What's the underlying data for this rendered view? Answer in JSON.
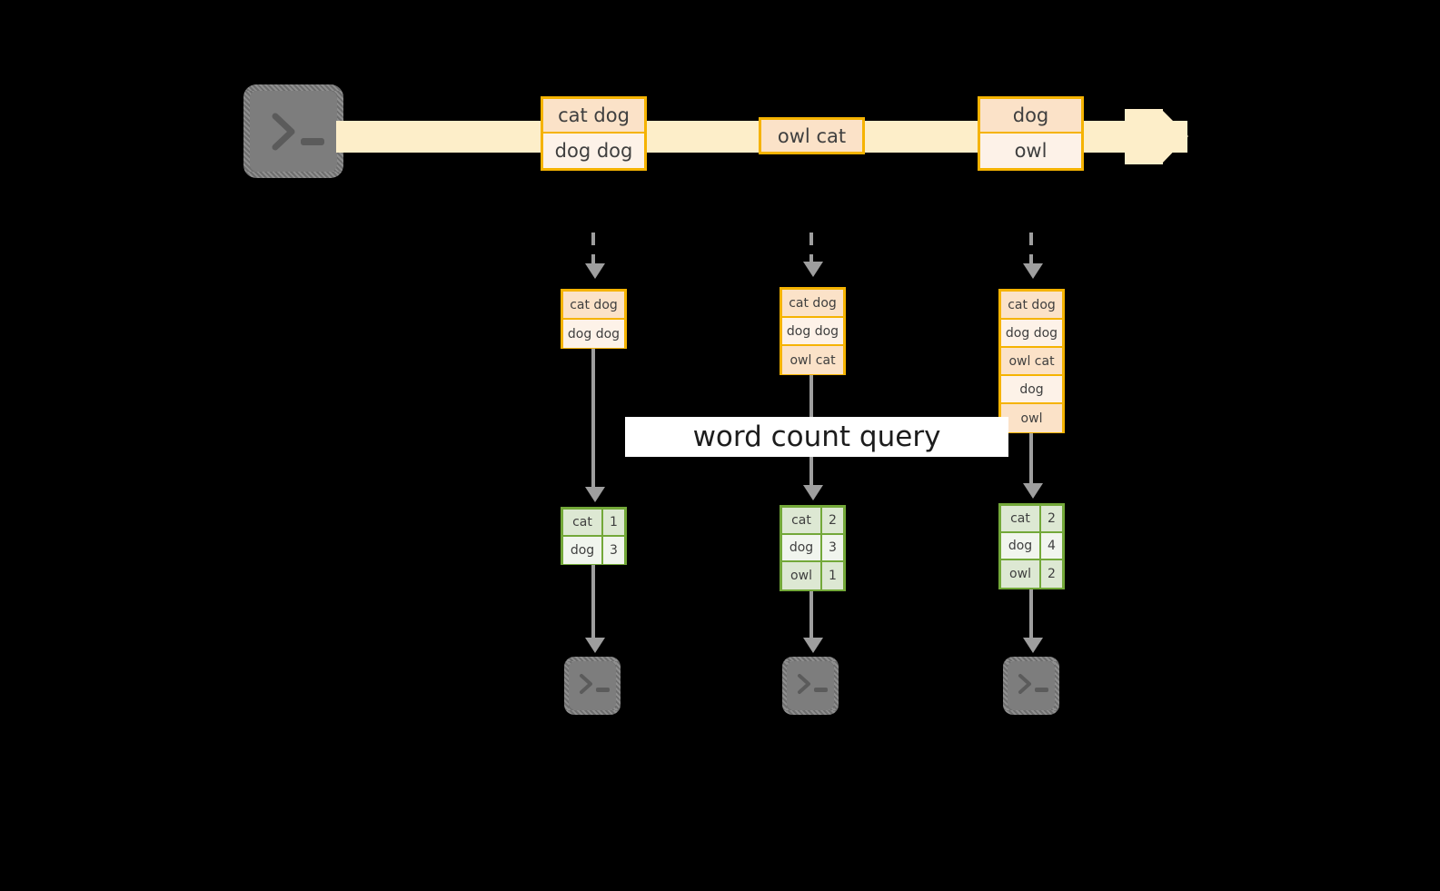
{
  "diagram": {
    "title_label": "word count query",
    "colors": {
      "background": "#000000",
      "stream_band": "#fdeec9",
      "record_border": "#f5b301",
      "record_fill_dark": "#fbe2c8",
      "record_fill_light": "#fdf2e8",
      "table_border": "#73a839",
      "table_fill_dark": "#dde8d3",
      "table_fill_light": "#f1f5ee",
      "connector": "#9e9e9e",
      "terminal_fill": "#7d7d7d",
      "label_band": "#ffffff"
    },
    "source": {
      "icon": "terminal-prompt-icon"
    },
    "stream": {
      "groups": [
        {
          "id": "g1",
          "rows": [
            "cat dog",
            "dog dog"
          ]
        },
        {
          "id": "g2",
          "rows": [
            "owl cat"
          ]
        },
        {
          "id": "g3",
          "rows": [
            "dog",
            "owl"
          ]
        }
      ]
    },
    "snapshots": [
      {
        "id": "s1",
        "input_rows": [
          "cat dog",
          "dog dog"
        ],
        "result_header": null,
        "result_rows": [
          {
            "word": "cat",
            "count": "1"
          },
          {
            "word": "dog",
            "count": "3"
          }
        ],
        "sink_icon": "terminal-prompt-icon"
      },
      {
        "id": "s2",
        "input_rows": [
          "cat dog",
          "dog dog",
          "owl cat"
        ],
        "result_rows": [
          {
            "word": "cat",
            "count": "2"
          },
          {
            "word": "dog",
            "count": "3"
          },
          {
            "word": "owl",
            "count": "1"
          }
        ],
        "sink_icon": "terminal-prompt-icon"
      },
      {
        "id": "s3",
        "input_rows": [
          "cat dog",
          "dog dog",
          "owl cat",
          "dog",
          "owl"
        ],
        "result_rows": [
          {
            "word": "cat",
            "count": "2"
          },
          {
            "word": "dog",
            "count": "4"
          },
          {
            "word": "owl",
            "count": "2"
          }
        ],
        "sink_icon": "terminal-prompt-icon"
      }
    ]
  }
}
